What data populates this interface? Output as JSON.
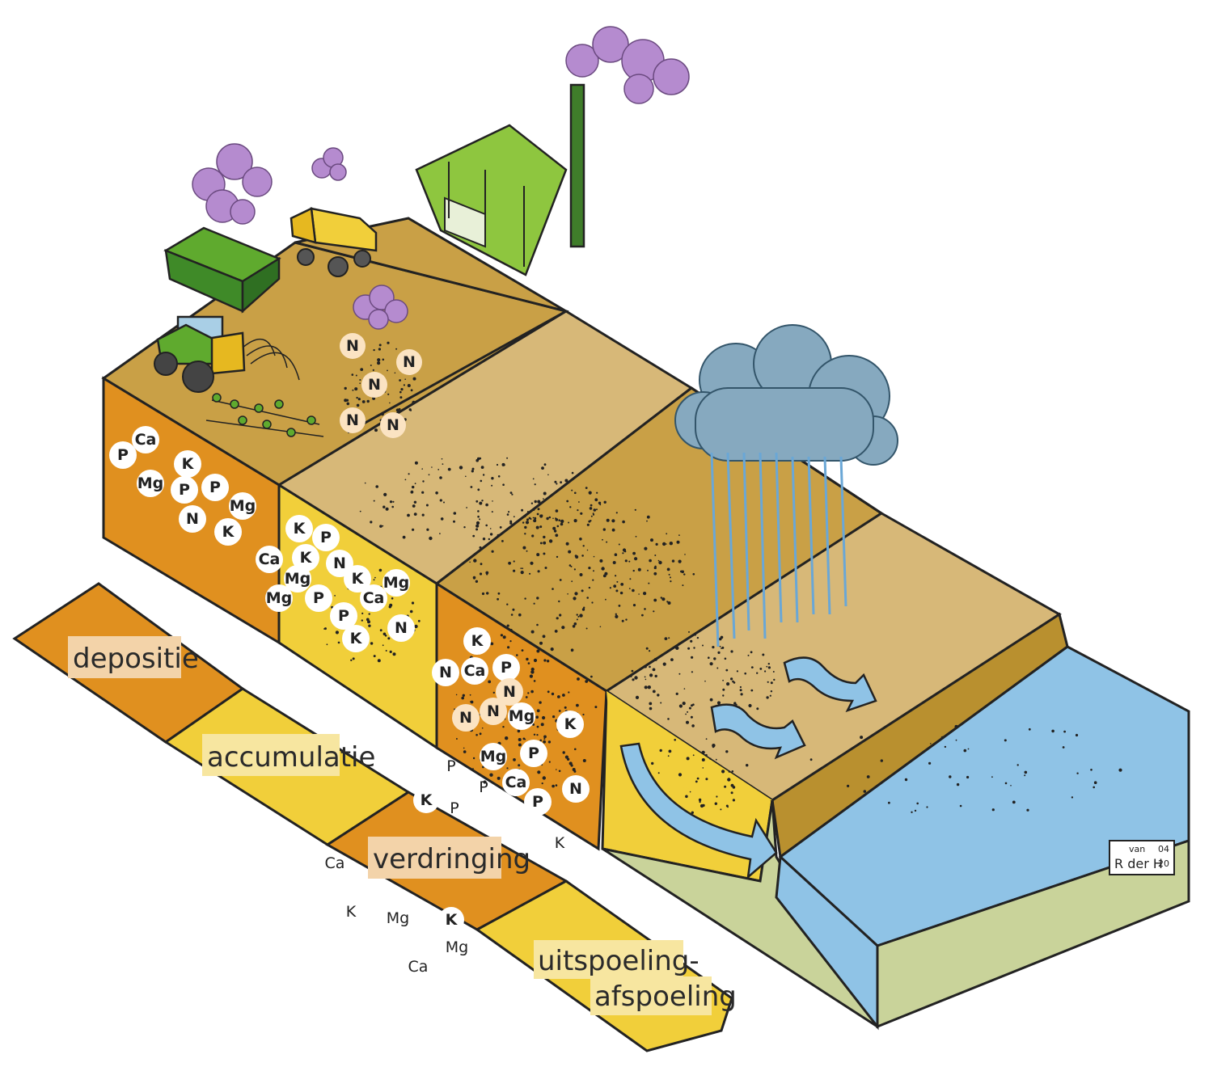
{
  "stages": [
    {
      "id": "depositie",
      "label": "depositie"
    },
    {
      "id": "accumulatie",
      "label": "accumulatie"
    },
    {
      "id": "verdringing",
      "label": "verdringing"
    },
    {
      "id": "uitspoeling",
      "label_line1": "uitspoeling-",
      "label_line2": "afspoeling"
    }
  ],
  "ions": {
    "deposition_block": [
      "Ca",
      "P",
      "K",
      "Mg",
      "P",
      "P",
      "N",
      "Mg",
      "K"
    ],
    "accumulation_block": [
      "K",
      "P",
      "Ca",
      "K",
      "N",
      "Mg",
      "K",
      "Mg",
      "Mg",
      "Ca",
      "P",
      "P",
      "N",
      "K"
    ],
    "displacement_block": [
      "K",
      "N",
      "Ca",
      "P",
      "N",
      "N",
      "N",
      "Mg",
      "K",
      "Mg",
      "P",
      "Ca",
      "N",
      "P"
    ],
    "air_nitrogen": [
      "N",
      "N",
      "N",
      "N",
      "N"
    ],
    "displaced_loose": [
      "P",
      "P",
      "K",
      "P",
      "K",
      "Ca",
      "K",
      "Mg",
      "K",
      "Mg",
      "Ca"
    ]
  },
  "signature": {
    "line1": "van",
    "line2": "R  der H",
    "date_top": "04",
    "date_bottom": "20"
  },
  "colors": {
    "orange": "#e0901f",
    "yellow": "#f1cf3a",
    "tan_top": "#c9a046",
    "light_tan": "#d7b878",
    "water": "#8fc3e6",
    "cloud_purple": "#b58bcf",
    "rain_cloud": "#86a9bf",
    "building_green": "#8ec63f",
    "dark_green": "#3f7d2a"
  }
}
